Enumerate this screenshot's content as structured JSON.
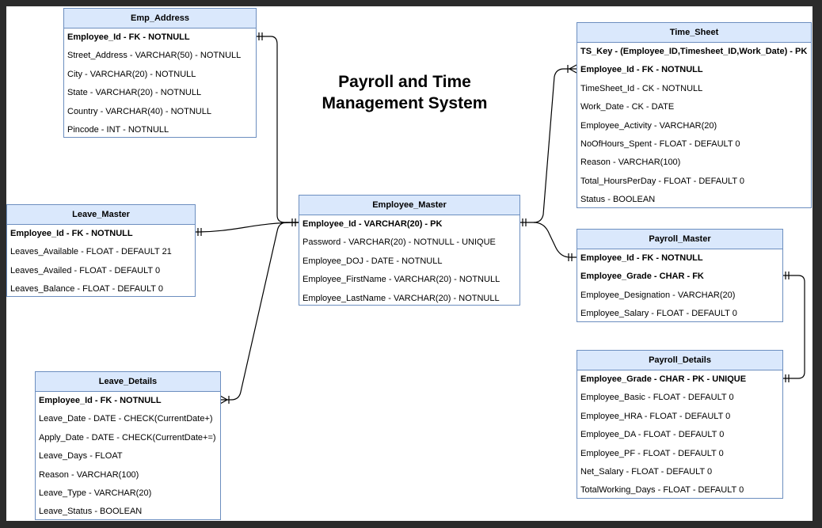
{
  "title": {
    "line1": "Payroll and Time",
    "line2": "Management System"
  },
  "colors": {
    "entity_header_fill": "#dae8fc",
    "entity_border": "#6c8ebf",
    "line": "#000000",
    "page_background": "#ffffff",
    "frame": "#2b2b2b"
  },
  "entities": {
    "emp_address": {
      "name": "Emp_Address",
      "attributes": [
        "Employee_Id - FK - NOTNULL",
        "Street_Address - VARCHAR(50) - NOTNULL",
        "City - VARCHAR(20) - NOTNULL",
        "State - VARCHAR(20) - NOTNULL",
        "Country - VARCHAR(40) - NOTNULL",
        "Pincode - INT - NOTNULL"
      ]
    },
    "leave_master": {
      "name": "Leave_Master",
      "attributes": [
        "Employee_Id - FK - NOTNULL",
        "Leaves_Available - FLOAT - DEFAULT 21",
        "Leaves_Availed - FLOAT - DEFAULT 0",
        "Leaves_Balance - FLOAT - DEFAULT 0"
      ]
    },
    "leave_details": {
      "name": "Leave_Details",
      "attributes": [
        "Employee_Id - FK - NOTNULL",
        "Leave_Date - DATE - CHECK(CurrentDate+)",
        "Apply_Date - DATE - CHECK(CurrentDate+=)",
        "Leave_Days - FLOAT",
        "Reason - VARCHAR(100)",
        "Leave_Type - VARCHAR(20)",
        "Leave_Status - BOOLEAN"
      ]
    },
    "employee_master": {
      "name": "Employee_Master",
      "attributes": [
        "Employee_Id - VARCHAR(20) - PK",
        "Password - VARCHAR(20) - NOTNULL - UNIQUE",
        "Employee_DOJ - DATE - NOTNULL",
        "Employee_FirstName - VARCHAR(20) - NOTNULL",
        "Employee_LastName - VARCHAR(20) - NOTNULL"
      ]
    },
    "time_sheet": {
      "name": "Time_Sheet",
      "attributes": [
        "TS_Key - (Employee_ID,Timesheet_ID,Work_Date) - PK",
        "Employee_Id - FK - NOTNULL",
        "TimeSheet_Id - CK - NOTNULL",
        "Work_Date - CK - DATE",
        "Employee_Activity - VARCHAR(20)",
        "NoOfHours_Spent - FLOAT - DEFAULT 0",
        "Reason - VARCHAR(100)",
        "Total_HoursPerDay - FLOAT - DEFAULT 0",
        "Status - BOOLEAN"
      ]
    },
    "payroll_master": {
      "name": "Payroll_Master",
      "attributes": [
        "Employee_Id - FK - NOTNULL",
        "Employee_Grade - CHAR - FK",
        "Employee_Designation - VARCHAR(20)",
        "Employee_Salary - FLOAT - DEFAULT 0"
      ]
    },
    "payroll_details": {
      "name": "Payroll_Details",
      "attributes": [
        "Employee_Grade - CHAR - PK - UNIQUE",
        "Employee_Basic - FLOAT - DEFAULT 0",
        "Employee_HRA - FLOAT - DEFAULT 0",
        "Employee_DA - FLOAT - DEFAULT 0",
        "Employee_PF - FLOAT - DEFAULT 0",
        "Net_Salary - FLOAT - DEFAULT 0",
        "TotalWorking_Days - FLOAT - DEFAULT 0"
      ]
    }
  },
  "relationships": [
    {
      "from": "emp_address",
      "to": "employee_master",
      "from_end": "one",
      "to_end": "one"
    },
    {
      "from": "leave_master",
      "to": "employee_master",
      "from_end": "one",
      "to_end": "one"
    },
    {
      "from": "leave_details",
      "to": "employee_master",
      "from_end": "many",
      "to_end": "one"
    },
    {
      "from": "employee_master",
      "to": "time_sheet",
      "from_end": "one",
      "to_end": "many"
    },
    {
      "from": "employee_master",
      "to": "payroll_master",
      "from_end": "one",
      "to_end": "one"
    },
    {
      "from": "payroll_master",
      "to": "payroll_details",
      "from_end": "one",
      "to_end": "one"
    }
  ]
}
